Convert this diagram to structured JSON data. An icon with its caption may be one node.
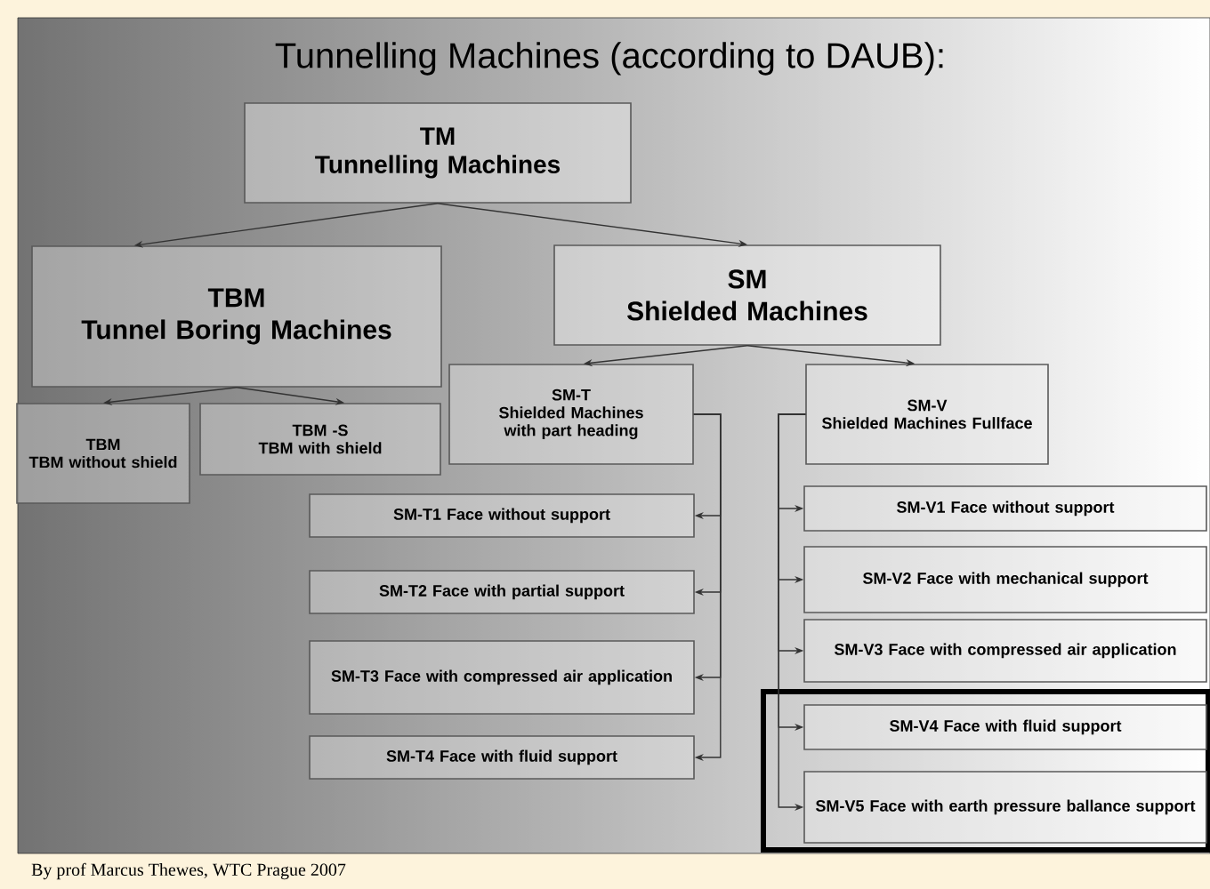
{
  "diagram": {
    "title": "Tunnelling Machines (according to DAUB):",
    "caption": "By prof  Marcus Thewes, WTC Prague 2007",
    "nodes": [
      {
        "text": [
          "TM",
          "Tunnelling Machines"
        ]
      },
      {
        "text": [
          "TBM",
          "Tunnel Boring Machines"
        ]
      },
      {
        "text": [
          "SM",
          "Shielded Machines"
        ]
      },
      {
        "text": [
          "TBM",
          "TBM without shield"
        ]
      },
      {
        "text": [
          "TBM -S",
          "TBM with shield"
        ]
      },
      {
        "text": [
          "SM-T",
          "Shielded Machines with part heading"
        ]
      },
      {
        "text": [
          "SM-V",
          "Shielded Machines Fullface"
        ]
      },
      {
        "text": [
          "SM-T1 Face without support"
        ]
      },
      {
        "text": [
          "SM-T2 Face with partial support"
        ]
      },
      {
        "text": [
          "SM-T3 Face with compressed air application"
        ]
      },
      {
        "text": [
          "SM-T4 Face with fluid support"
        ]
      },
      {
        "text": [
          "SM-V1 Face without support"
        ]
      },
      {
        "text": [
          "SM-V2 Face with mechanical support"
        ]
      },
      {
        "text": [
          "SM-V3 Face with compressed air application"
        ]
      },
      {
        "text": [
          "SM-V4 Face with fluid support"
        ]
      },
      {
        "text": [
          "SM-V5 Face with earth pressure ballance support"
        ]
      }
    ],
    "edges": [
      {
        "from": 0,
        "to": 1,
        "arrow": "to"
      },
      {
        "from": 0,
        "to": 2,
        "arrow": "to"
      },
      {
        "from": 1,
        "to": 3,
        "arrow": "to"
      },
      {
        "from": 1,
        "to": 4,
        "arrow": "to"
      },
      {
        "from": 2,
        "to": 5,
        "arrow": "to"
      },
      {
        "from": 2,
        "to": 6,
        "arrow": "to"
      },
      {
        "from": 5,
        "to": 7,
        "arrow": "to"
      },
      {
        "from": 5,
        "to": 8,
        "arrow": "to"
      },
      {
        "from": 5,
        "to": 9,
        "arrow": "to"
      },
      {
        "from": 5,
        "to": 10,
        "arrow": "to"
      },
      {
        "from": 6,
        "to": 11,
        "arrow": "to"
      },
      {
        "from": 6,
        "to": 12,
        "arrow": "to"
      },
      {
        "from": 6,
        "to": 13,
        "arrow": "to"
      },
      {
        "from": 6,
        "to": 14,
        "arrow": "to"
      },
      {
        "from": 6,
        "to": 15,
        "arrow": "to"
      }
    ]
  }
}
